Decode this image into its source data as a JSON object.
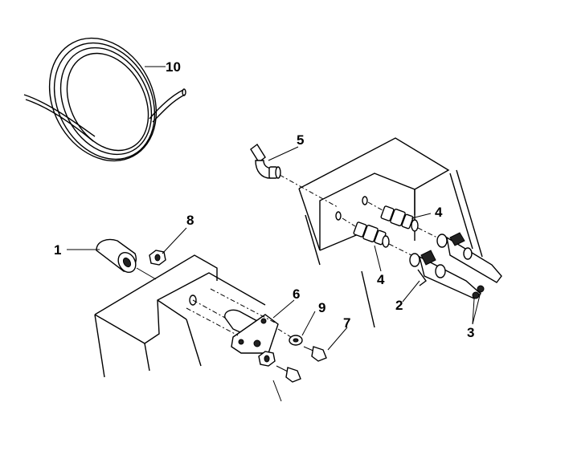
{
  "callouts": {
    "c1": "1",
    "c2": "2",
    "c3": "3",
    "c4a": "4",
    "c4b": "4",
    "c5": "5",
    "c6": "6",
    "c7": "7",
    "c8": "8",
    "c9": "9",
    "c10": "10"
  }
}
